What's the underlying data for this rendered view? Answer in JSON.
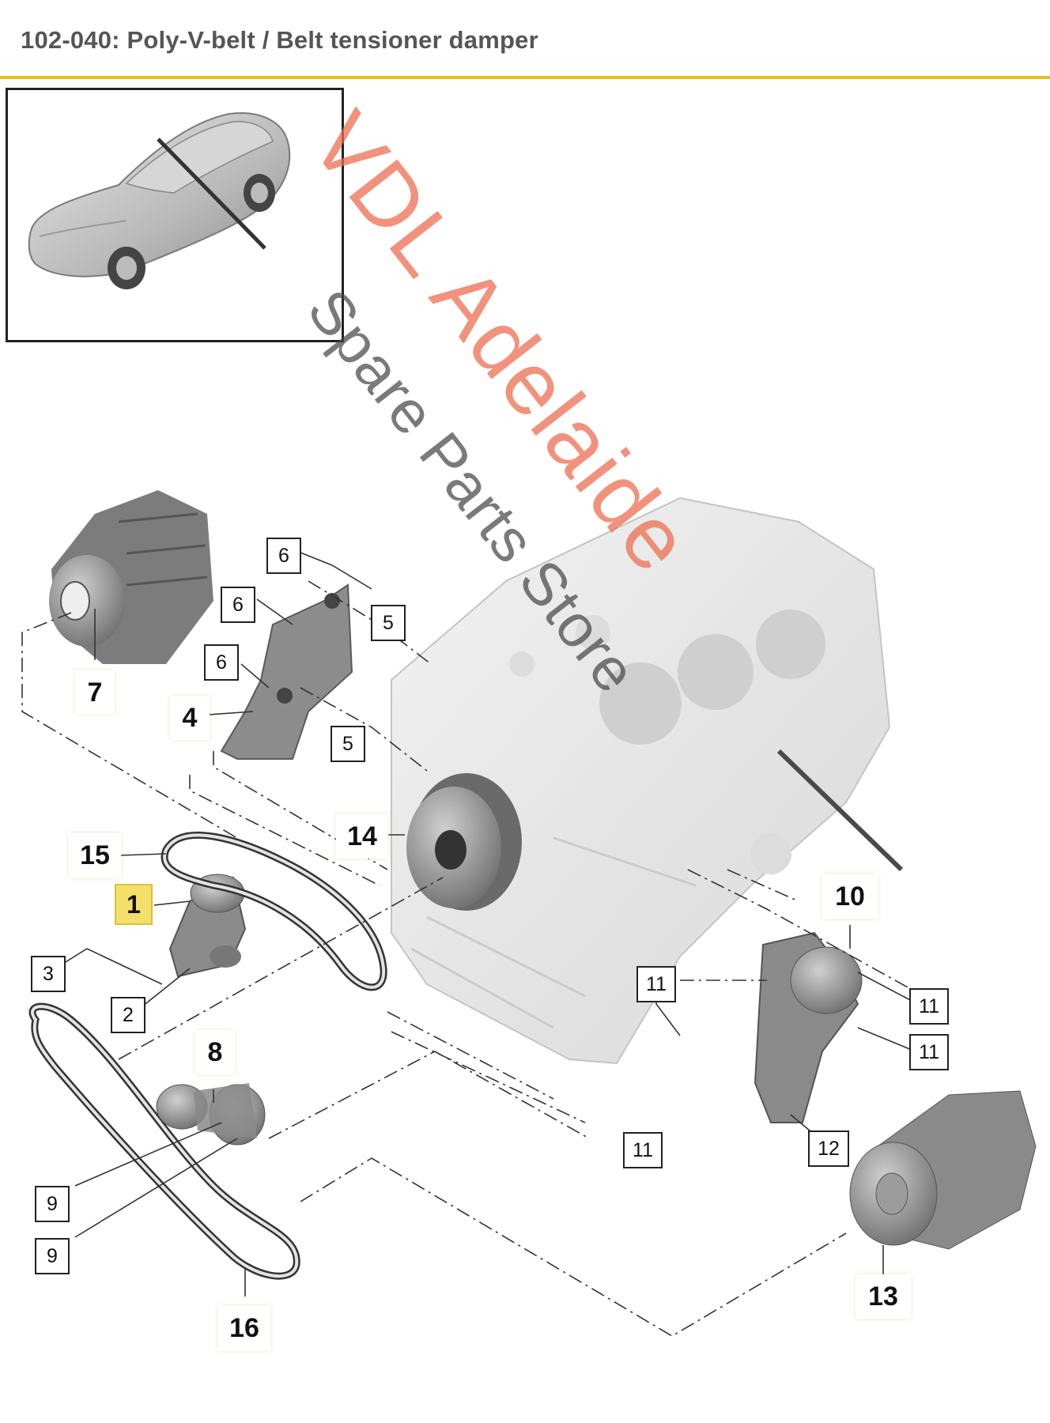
{
  "header": {
    "title": "102-040: Poly-V-belt / Belt tensioner damper",
    "accent_color": "#e3c21d"
  },
  "watermark": {
    "line1": "VDL Adelaide",
    "line2": "Spare Parts Store",
    "line1_color": "#ee6e50",
    "line2_color": "#464646"
  },
  "callouts": {
    "c1": "1",
    "c2": "2",
    "c3": "3",
    "c4": "4",
    "c5a": "5",
    "c5b": "5",
    "c6a": "6",
    "c6b": "6",
    "c6c": "6",
    "c7": "7",
    "c8": "8",
    "c9a": "9",
    "c9b": "9",
    "c10": "10",
    "c11a": "11",
    "c11b": "11",
    "c11c": "11",
    "c11d": "11",
    "c12": "12",
    "c13": "13",
    "c14": "14",
    "c15": "15",
    "c16": "16"
  },
  "highlight_color": "#f3df6a"
}
